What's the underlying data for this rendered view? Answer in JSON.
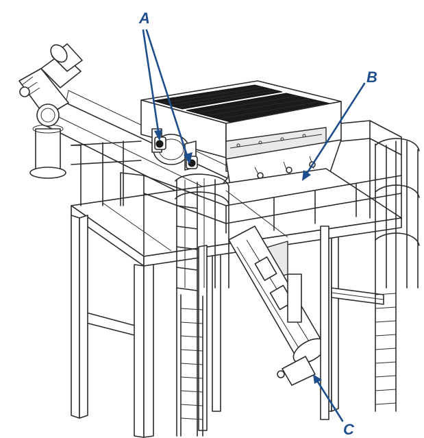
{
  "callouts": {
    "a": "A",
    "b": "B",
    "c": "C"
  },
  "colors": {
    "callout": "#1f4e8c",
    "line": "#2b2b2b",
    "screen": "#1b1b1b"
  }
}
